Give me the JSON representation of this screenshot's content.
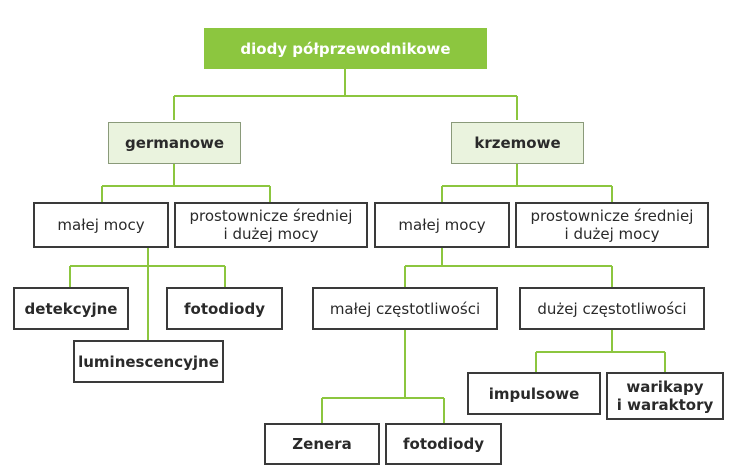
{
  "diagram": {
    "root": "diody półprzewodnikowe",
    "germanowe": {
      "label": "germanowe",
      "malej_mocy": "małej mocy",
      "prostownicze": "prostownicze średniej\ni dużej mocy",
      "detekcyjne": "detekcyjne",
      "luminescencyjne": "luminescencyjne",
      "fotodiody": "fotodiody"
    },
    "krzemowe": {
      "label": "krzemowe",
      "malej_mocy": "małej mocy",
      "prostownicze": "prostownicze średniej\ni dużej mocy",
      "malej_czestotliwosci": "małej częstotliwości",
      "duzej_czestotliwosci": "dużej częstotliwości",
      "zenera": "Zenera",
      "fotodiody": "fotodiody",
      "impulsowe": "impulsowe",
      "warikapy": "warikapy\ni waraktory"
    },
    "colors": {
      "root_fill": "#8cc63f",
      "level1_fill": "#eaf3de",
      "connector": "#8cc63f"
    }
  }
}
